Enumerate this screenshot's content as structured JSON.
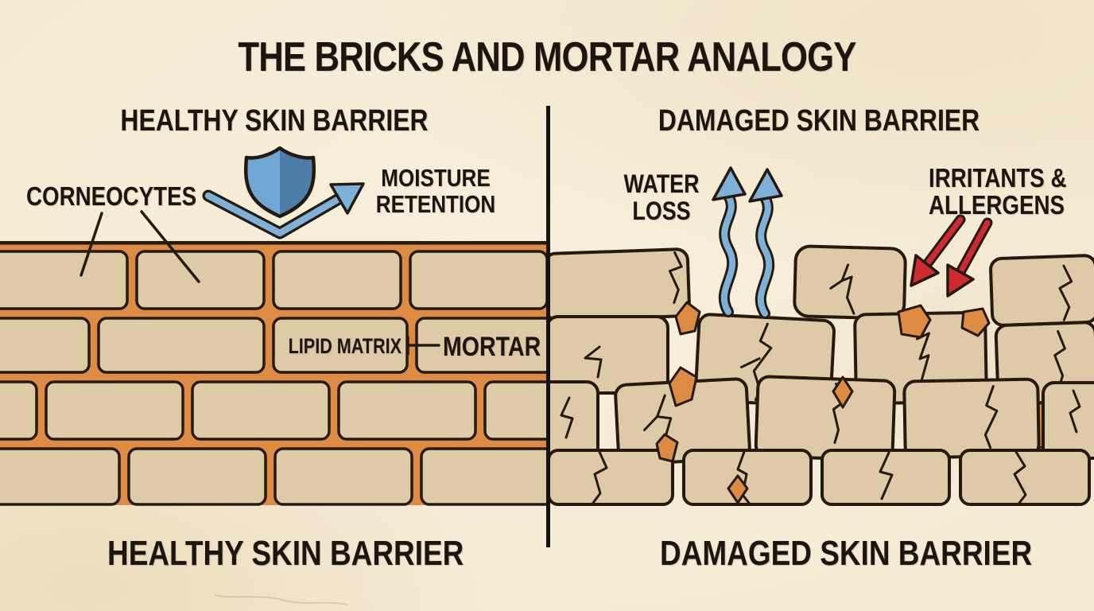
{
  "title": "THE BRICKS AND MORTAR ANALOGY",
  "healthy": {
    "header": "HEALTHY SKIN BARRIER",
    "corneocytes_label": "CORNEOCYTES",
    "moisture_label_line1": "MOISTURE",
    "moisture_label_line2": "RETENTION",
    "lipid_matrix_label": "LIPID MATRIX",
    "mortar_label": "MORTAR",
    "footer": "HEALTHY SKIN BARRIER",
    "icons": {
      "protection": "shield-icon",
      "deflect": "deflect-swoosh-arrow-icon"
    }
  },
  "damaged": {
    "header": "DAMAGED SKIN BARRIER",
    "water_label_line1": "WATER",
    "water_label_line2": "LOSS",
    "irritants_label_line1": "IRRITANTS &",
    "irritants_label_line2": "ALLERGENS",
    "footer": "DAMAGED SKIN BARRIER",
    "icons": {
      "water_loss": "wavy-up-arrow-icon",
      "irritants": "red-down-arrow-icon"
    }
  },
  "colors": {
    "background": "#f5ecd6",
    "brick": "#decaa6",
    "mortar": "#dd8a42",
    "outline": "#241a10",
    "shield_light": "#6ea7d3",
    "shield_dark": "#4c7ca8",
    "water_arrow": "#7db1d8",
    "irritant_arrow": "#ce2b30",
    "text": "#1c1510",
    "divider": "#141414"
  }
}
